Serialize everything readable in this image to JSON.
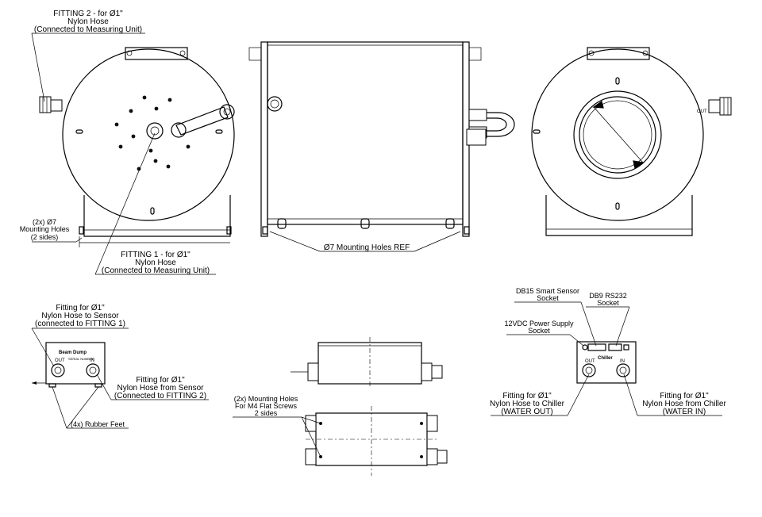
{
  "labels": {
    "fitting2": [
      "FITTING 2 -  for Ø1\"",
      "Nylon Hose",
      "(Connected to Measuring Unit)"
    ],
    "fitting1": [
      "FITTING 1 - for Ø1\"",
      "Nylon Hose",
      "(Connected to Measuring Unit)"
    ],
    "mounting_holes": [
      "(2x)  Ø7",
      "Mounting Holes",
      "(2 sides)"
    ],
    "mounting_ref": "Ø7 Mounting Holes REF",
    "beam_fit1": [
      "Fitting for  Ø1\"",
      "Nylon Hose to Sensor",
      "(connected to FITTING 1)"
    ],
    "beam_fit2": [
      "Fitting for  Ø1\"",
      "Nylon Hose from Sensor",
      "(Connected to FITTING 2)"
    ],
    "rubber_feet": "(4x) Rubber Feet",
    "m4_holes": [
      "(2x) Mounting Holes",
      "For M4 Flat Screws",
      "2 sides"
    ],
    "db15": [
      "DB15 Smart Sensor",
      "Socket"
    ],
    "db9": [
      "DB9 RS232",
      "Socket"
    ],
    "power": [
      "12VDC Power Supply",
      "Socket"
    ],
    "chiller_out": [
      "Fitting for  Ø1\"",
      "Nylon Hose to Chiller",
      "(WATER OUT)"
    ],
    "chiller_in": [
      "Fitting for  Ø1\"",
      "Nylon Hose from Chiller",
      "(WATER IN)"
    ]
  },
  "panels": {
    "beam_dump_title": "Beam Dump",
    "out": "OUT",
    "in": "IN",
    "chiller_title": "Chiller"
  }
}
